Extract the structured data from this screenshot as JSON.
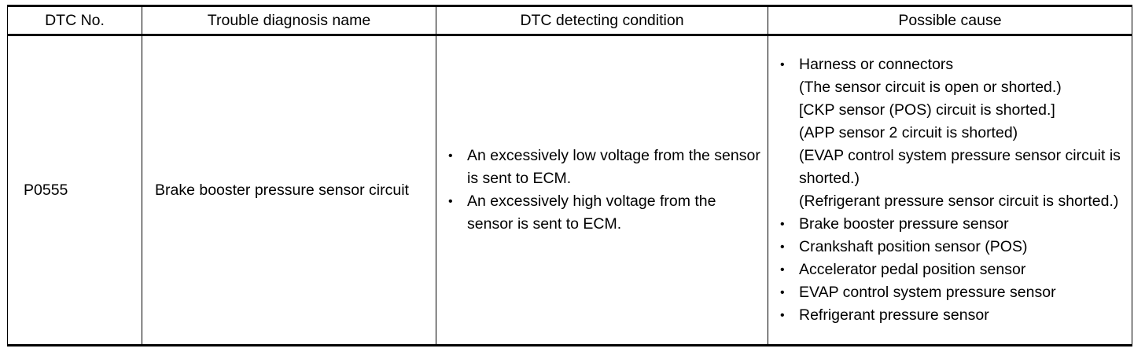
{
  "table": {
    "headers": {
      "dtc_no": "DTC No.",
      "name": "Trouble diagnosis name",
      "condition": "DTC detecting condition",
      "cause": "Possible cause"
    },
    "row": {
      "dtc_no": "P0555",
      "name": "Brake booster pressure sensor circuit",
      "conditions": [
        "An excessively low voltage from the sensor is sent to ECM.",
        "An excessively high voltage from the sensor is sent to ECM."
      ],
      "causes": [
        {
          "label": "Harness or connectors",
          "details": [
            "(The sensor circuit is open or shorted.)",
            "[CKP sensor (POS) circuit is shorted.]",
            "(APP sensor 2 circuit is shorted)",
            "(EVAP control system pressure sensor circuit is shorted.)",
            "(Refrigerant pressure sensor circuit is shorted.)"
          ]
        },
        {
          "label": "Brake booster pressure sensor"
        },
        {
          "label": "Crankshaft position sensor (POS)"
        },
        {
          "label": "Accelerator pedal position sensor"
        },
        {
          "label": "EVAP control system pressure sensor"
        },
        {
          "label": "Refrigerant pressure sensor"
        }
      ]
    }
  },
  "bullet_glyph": "•"
}
